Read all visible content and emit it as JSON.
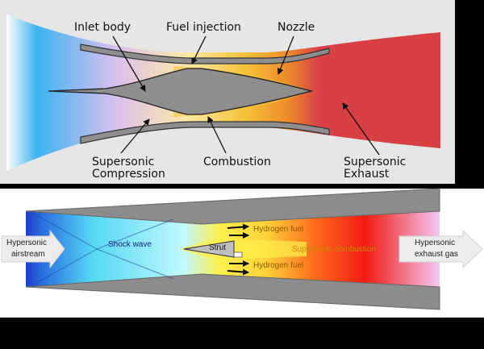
{
  "top_diagram": {
    "labels": {
      "inlet_body": "Inlet body",
      "fuel_injection": "Fuel injection",
      "nozzle": "Nozzle",
      "supersonic_compression_1": "Supersonic",
      "supersonic_compression_2": "Compression",
      "combustion": "Combustion",
      "supersonic_exhaust_1": "Supersonic",
      "supersonic_exhaust_2": "Exhaust"
    },
    "colors": {
      "panel": "#e6e6e6",
      "inflow": "#3cb4f0",
      "compression": "#d9bfef",
      "combustion": "#f5c238",
      "exhaust": "#d94046",
      "body": "#8e8e8e"
    }
  },
  "bottom_diagram": {
    "labels": {
      "hypersonic_airstream_1": "Hypersonic",
      "hypersonic_airstream_2": "airstream",
      "shock_wave": "Shock wave",
      "strut": "Strut",
      "hydrogen_fuel_upper": "Hydrogen fuel",
      "hydrogen_fuel_lower": "Hydrogen fuel",
      "supersonic_combustion": "Supersonic combustion",
      "hypersonic_exhaust_1": "Hypersonic",
      "hypersonic_exhaust_2": "exhaust gas"
    },
    "colors": {
      "panel": "#ffffff",
      "inlet": "#1c3fc8",
      "cyan": "#55d8f2",
      "yellow": "#fff04a",
      "red": "#f21a12",
      "exhaust": "#f4c8f4",
      "walls": "#8c8c8c",
      "label_text": "#c88c00"
    }
  }
}
